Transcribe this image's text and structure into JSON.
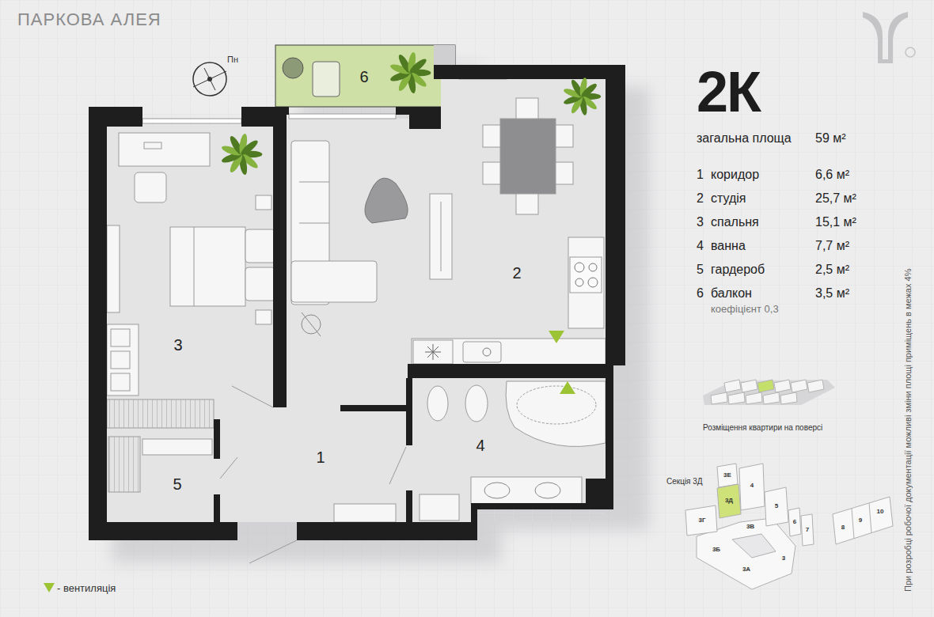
{
  "diagram": {
    "title": "ПАРКОВА АЛЕЯ",
    "nodes": [
      {
        "text": [
          "1"
        ]
      },
      {
        "text": [
          "2"
        ]
      },
      {
        "text": [
          "3"
        ]
      },
      {
        "text": [
          "4"
        ]
      },
      {
        "text": [
          "5"
        ]
      },
      {
        "text": [
          "6"
        ]
      }
    ],
    "labels": [
      "2К",
      "загальна площа",
      "59 м²",
      "1",
      "коридор",
      "6,6 м²",
      "2",
      "студія",
      "25,7 м²",
      "3",
      "спальня",
      "15,1 м²",
      "4",
      "ванна",
      "7,7 м²",
      "5",
      "гардероб",
      "2,5 м²",
      "6",
      "балкон",
      "3,5 м²",
      "коефіцієнт 0,3",
      "Пн",
      "Розміщення квартири на поверсі",
      "Секція 3Д",
      "3Е",
      "4",
      "3Д",
      "5",
      "6",
      "7",
      "8",
      "9",
      "10",
      "3Г",
      "3В",
      "3Б",
      "3А",
      "3",
      "При розробці робочої документації можливі зміни площі приміщень в межах 4%"
    ],
    "legend": [
      {
        "text": "- вентиляція"
      }
    ]
  }
}
